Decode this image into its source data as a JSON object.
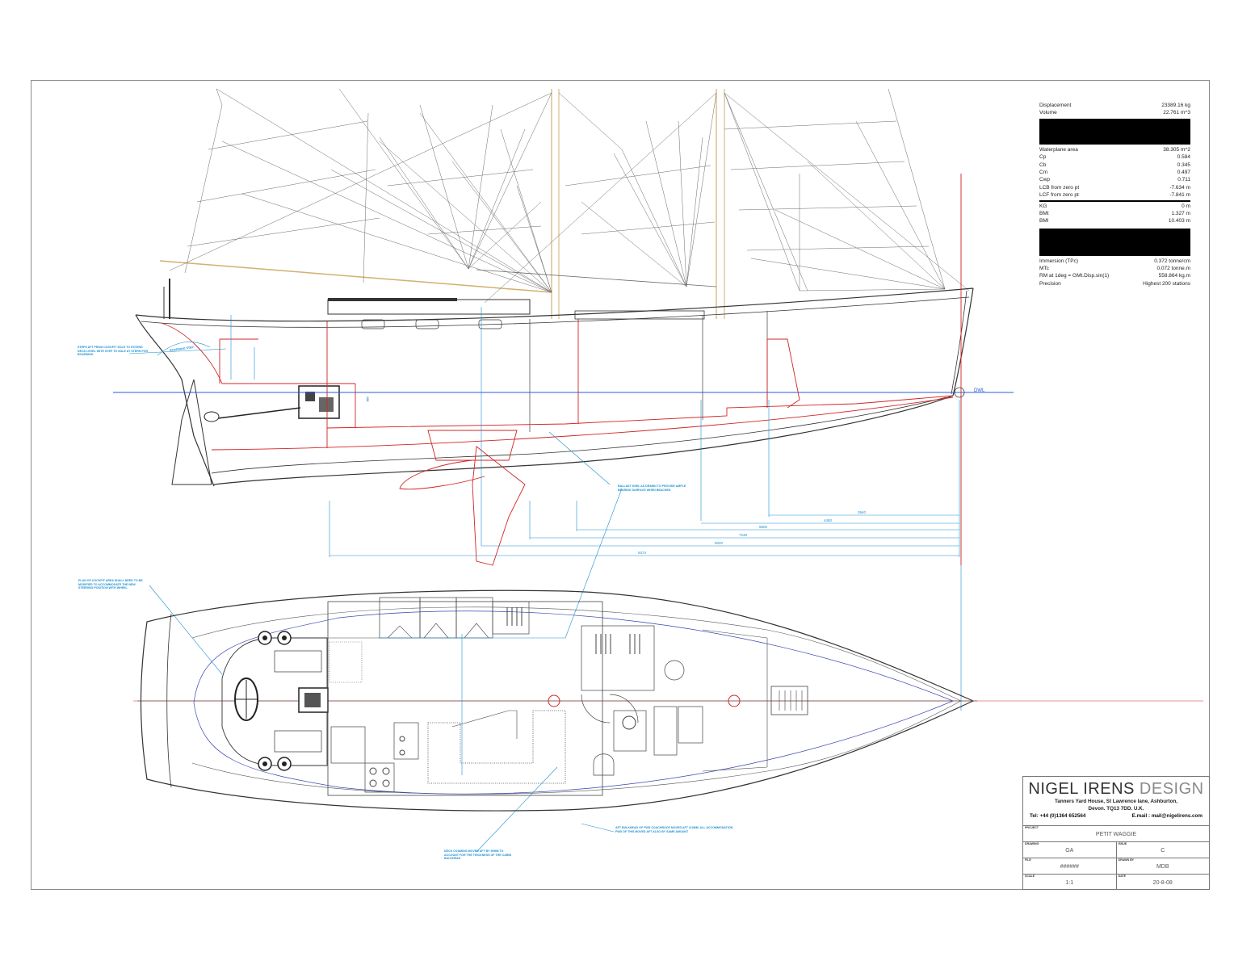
{
  "hydrostatics": {
    "rows_top": [
      {
        "label": "Displacement",
        "value": "23389.16 kg"
      },
      {
        "label": "Volume",
        "value": "22.761 m^3"
      }
    ],
    "rows_mid": [
      {
        "label": "Waterplane area",
        "value": "38.305 m^2"
      },
      {
        "label": "Cp",
        "value": "0.584"
      },
      {
        "label": "Cb",
        "value": "0.345"
      },
      {
        "label": "Cm",
        "value": "0.497"
      },
      {
        "label": "Cwp",
        "value": "0.711"
      },
      {
        "label": "LCB from zero pt",
        "value": "-7.634 m"
      },
      {
        "label": "LCF from zero pt",
        "value": "-7.841 m"
      }
    ],
    "rows_lower": [
      {
        "label": "KG",
        "value": "0 m"
      },
      {
        "label": "BMt",
        "value": "1.327 m"
      },
      {
        "label": "BMl",
        "value": "10.403 m"
      }
    ],
    "rows_bottom": [
      {
        "label": "Immersion (TPc)",
        "value": "0.372 tonne/cm"
      },
      {
        "label": "MTc",
        "value": "0.072 tonne.m"
      },
      {
        "label": "RM at 1deg = GMt.Disp.sin(1)",
        "value": "558.864 kg.m"
      },
      {
        "label": "Precision",
        "value": "Highest   200 stations"
      }
    ]
  },
  "profile_notes": {
    "stern_note": "Steps aft from cockpit sole to extend deck level with step to sole at stern for boarding",
    "stern_tag": "Boarding step",
    "keel_note": "Ballast keel as drawn to provide ample bearing surface when beached",
    "height_dim": "950"
  },
  "dimensions": [
    "3940",
    "4450",
    "5600",
    "7248",
    "9040",
    "9374"
  ],
  "waterline_label": "DWL",
  "plan_notes": {
    "cockpit_note": "Plan of cockpit area shall need to be modified to accommodate the new steering position with wheel",
    "bulkhead_note": "Aft bulkhead of fwd coachroof moved aft 110mm. All accommodation fwd of this moved aft also by same amount",
    "deckhouse_note": "Deck coaming moved aft by 50mm to account for the thickness of the cabin bulkhead"
  },
  "title_block": {
    "company_a": "NIGEL IRENS",
    "company_b": " DESIGN",
    "address_1": "Tanners Yard House, St Lawrence lane, Ashburton,",
    "address_2": "Devon. TQ13 7DD.   U.K.",
    "tel": "Tel: +44 (0)1364 652564",
    "email": "E.mail : mail@nigelirens.com",
    "project_label": "PROJECT",
    "project": "PETIT WAGGIE",
    "drawing_label": "DRAWING",
    "drawing": "GA",
    "issue_label": "ISSUE",
    "issue": "C",
    "file_label": "FILE",
    "file": "######",
    "drawn_by_label": "DRAWN BY",
    "drawn_by": "MDB",
    "scale_label": "SCALE",
    "scale": "1:1",
    "date_label": "DATE",
    "date": "20-8-08"
  },
  "colors": {
    "hull": "#333333",
    "rig": "#6a6a6a",
    "structure_red": "#d22424",
    "annotation_blue": "#1a8fd0",
    "waterline_blue": "#2a5bd7",
    "spar_tan": "#d2b06e"
  }
}
